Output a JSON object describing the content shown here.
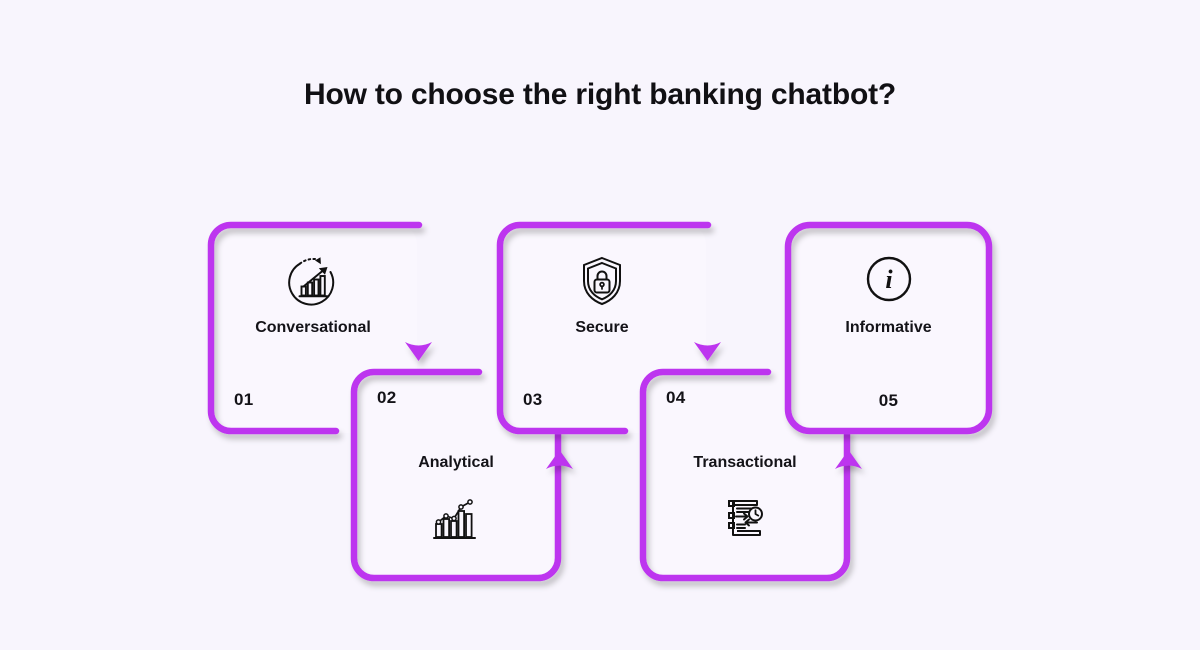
{
  "page": {
    "title": "How to choose the right banking chatbot?",
    "background_color": "#f8f5fd",
    "accent_color": "#bd36ef",
    "text_color": "#141318"
  },
  "cards": [
    {
      "number": "01",
      "label": "Conversational",
      "icon": "growth-chart-circle-icon",
      "row": "top",
      "border_gap": "right"
    },
    {
      "number": "02",
      "label": "Analytical",
      "icon": "bar-line-chart-icon",
      "row": "bottom",
      "border_gap": "top-right"
    },
    {
      "number": "03",
      "label": "Secure",
      "icon": "shield-lock-icon",
      "row": "top",
      "border_gap": "right"
    },
    {
      "number": "04",
      "label": "Transactional",
      "icon": "receipt-clock-icon",
      "row": "bottom",
      "border_gap": "top-right"
    },
    {
      "number": "05",
      "label": "Informative",
      "icon": "info-circle-icon",
      "row": "top",
      "border_gap": "none"
    }
  ],
  "connectors": [
    {
      "from": "01",
      "to": "02",
      "direction": "down"
    },
    {
      "from": "02",
      "to": "03",
      "direction": "up"
    },
    {
      "from": "03",
      "to": "04",
      "direction": "down"
    },
    {
      "from": "04",
      "to": "05",
      "direction": "up"
    }
  ]
}
